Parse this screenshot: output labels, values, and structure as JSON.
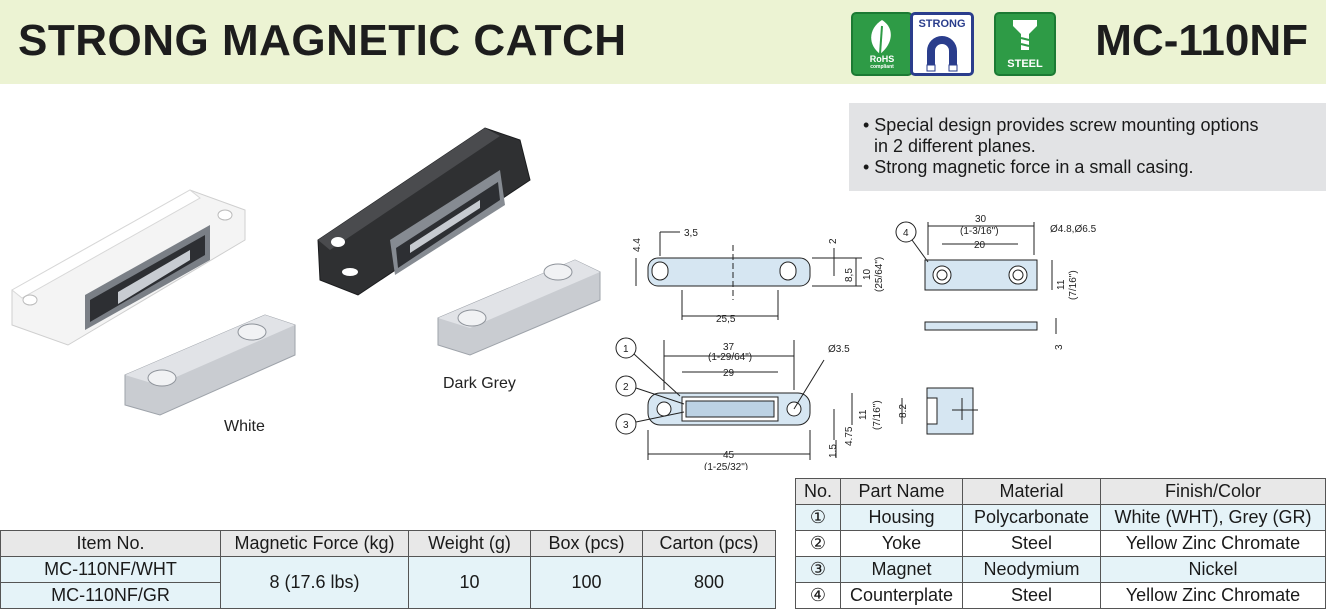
{
  "header": {
    "title": "STRONG MAGNETIC CATCH",
    "model": "MC-110NF",
    "badges": {
      "rohs": "RoHS",
      "rohs_sub": "compliant",
      "strong": "STRONG",
      "steel": "STEEL"
    }
  },
  "features": {
    "line1": "• Special design provides screw mounting options",
    "line1b": "in 2 different planes.",
    "line2": "• Strong magnetic force in a small casing."
  },
  "photos": {
    "white_label": "White",
    "grey_label": "Dark Grey"
  },
  "drawing": {
    "dims": {
      "d35": "3,5",
      "d44": "4.4",
      "d2": "2",
      "d85": "8,5",
      "d10": "10",
      "d10i": "(25/64\")",
      "d255": "25,5",
      "d30": "30",
      "d30i": "(1-3/16\")",
      "d20": "20",
      "dhole": "Ø4.8,Ø6.5",
      "d11a": "11",
      "d11ai": "(7/16\")",
      "d3": "3",
      "d37": "37",
      "d37i": "(1-29/64\")",
      "d29": "29",
      "dphi35": "Ø3.5",
      "d11b": "11",
      "d11bi": "(7/16\")",
      "d475": "4.75",
      "d15": "1.5",
      "d45": "45",
      "d45i": "(1-25/32\")",
      "d82": "8.2"
    },
    "callouts": [
      "1",
      "2",
      "3",
      "4"
    ]
  },
  "spec_table": {
    "headers": [
      "Item No.",
      "Magnetic Force (kg)",
      "Weight (g)",
      "Box (pcs)",
      "Carton (pcs)"
    ],
    "items": [
      "MC-110NF/WHT",
      "MC-110NF/GR"
    ],
    "force": "8 (17.6 lbs)",
    "weight": "10",
    "box": "100",
    "carton": "800"
  },
  "parts_table": {
    "headers": [
      "No.",
      "Part Name",
      "Material",
      "Finish/Color"
    ],
    "rows": [
      {
        "no": "①",
        "part": "Housing",
        "material": "Polycarbonate",
        "finish": "White (WHT), Grey (GR)"
      },
      {
        "no": "②",
        "part": "Yoke",
        "material": "Steel",
        "finish": "Yellow Zinc Chromate"
      },
      {
        "no": "③",
        "part": "Magnet",
        "material": "Neodymium",
        "finish": "Nickel"
      },
      {
        "no": "④",
        "part": "Counterplate",
        "material": "Steel",
        "finish": "Yellow Zinc Chromate"
      }
    ]
  },
  "colors": {
    "header_bg": "#ecf3d3",
    "badge_green": "#2e9b46",
    "badge_blue": "#2a3d8c",
    "table_tint": "#e5f3f8"
  }
}
